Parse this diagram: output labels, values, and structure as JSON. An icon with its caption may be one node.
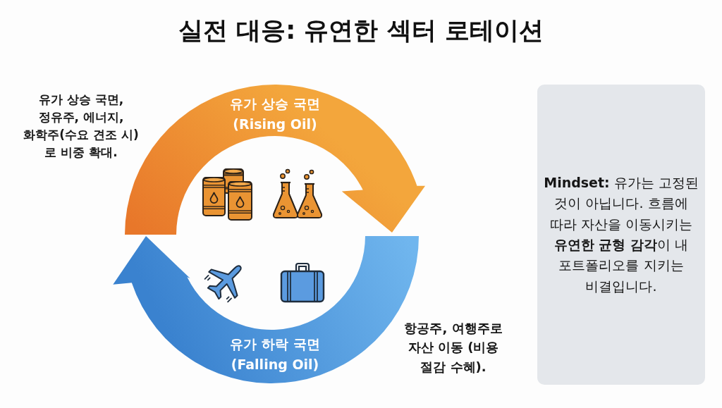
{
  "diagram": {
    "title": "실전 대응: 유연한 섹터 로테이션",
    "nodes": [
      {
        "text": [
          "유가 상승 국면 (Rising Oil)"
        ],
        "beside": [
          "유가 상승 국면, 정유주, 에너지, 화학주(수요 견조 시)로 비중 확대."
        ]
      },
      {
        "text": [
          "유가 하락 국면 (Falling Oil)"
        ],
        "beside": [
          "항공주, 여행주로 자산 이동 (비용 절감 수혜)."
        ]
      },
      {
        "text": [
          "**Mindset:** 유가는 고정된 것이 아닙니다. 흐름에 따라 자산을 이동시키는 **유연한 균형 감각**이 내 포트폴리오를 지키는 비결입니다."
        ]
      }
    ]
  }
}
